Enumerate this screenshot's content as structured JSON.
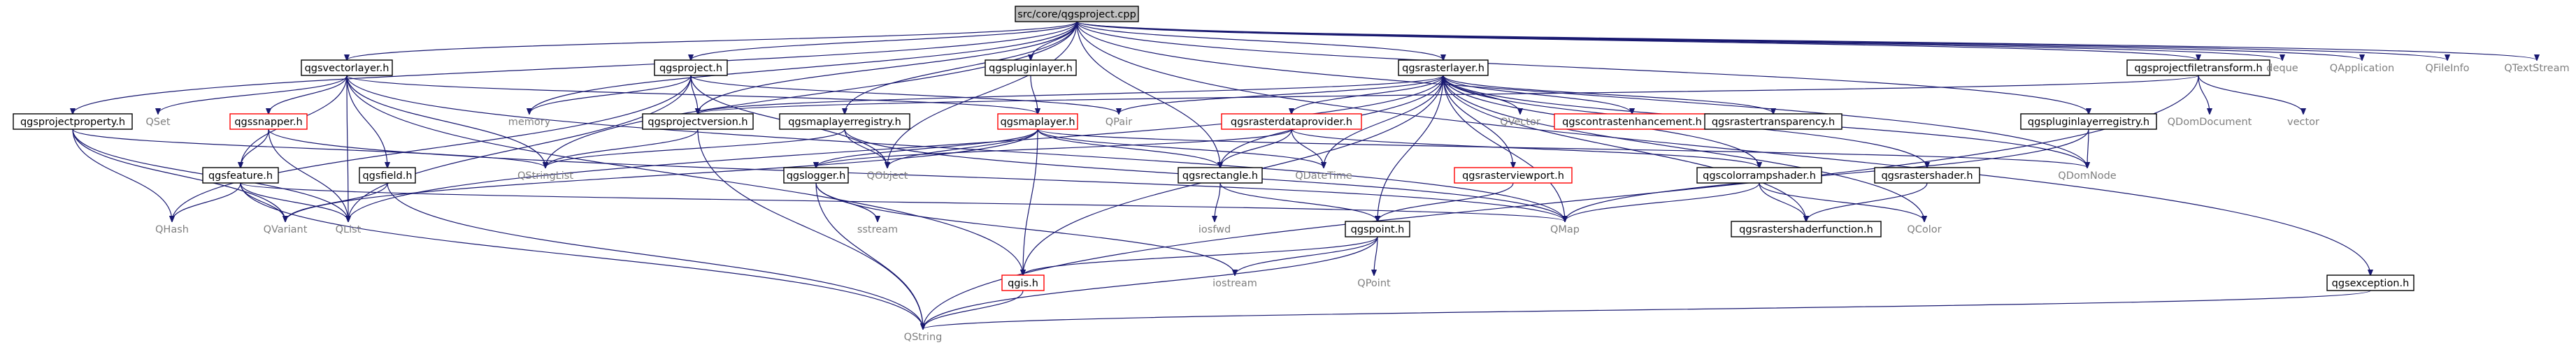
{
  "diagram": {
    "type": "include-dependency-graph",
    "root": "src/core/qgsproject.cpp",
    "nodes": [
      {
        "id": "root",
        "label": "src/core/qgsproject.cpp",
        "kind": "root"
      },
      {
        "id": "qgsvectorlayer",
        "label": "qgsvectorlayer.h",
        "kind": "documented"
      },
      {
        "id": "qgsproject",
        "label": "qgsproject.h",
        "kind": "documented"
      },
      {
        "id": "qgspluginlayer",
        "label": "qgspluginlayer.h",
        "kind": "documented"
      },
      {
        "id": "qgsrasterlayer",
        "label": "qgsrasterlayer.h",
        "kind": "documented"
      },
      {
        "id": "qgsprojectfiletransform",
        "label": "qgsprojectfiletransform.h",
        "kind": "documented"
      },
      {
        "id": "deque",
        "label": "deque",
        "kind": "external"
      },
      {
        "id": "QApplication",
        "label": "QApplication",
        "kind": "external"
      },
      {
        "id": "QFileInfo",
        "label": "QFileInfo",
        "kind": "external"
      },
      {
        "id": "QTextStream",
        "label": "QTextStream",
        "kind": "external"
      },
      {
        "id": "qgsprojectproperty",
        "label": "qgsprojectproperty.h",
        "kind": "documented"
      },
      {
        "id": "QSet",
        "label": "QSet",
        "kind": "external"
      },
      {
        "id": "qgssnapper",
        "label": "qgssnapper.h",
        "kind": "truncated"
      },
      {
        "id": "memory",
        "label": "memory",
        "kind": "external"
      },
      {
        "id": "qgsprojectversion",
        "label": "qgsprojectversion.h",
        "kind": "documented"
      },
      {
        "id": "qgsmaplayerregistry",
        "label": "qgsmaplayerregistry.h",
        "kind": "documented"
      },
      {
        "id": "qgsmaplayer",
        "label": "qgsmaplayer.h",
        "kind": "truncated"
      },
      {
        "id": "QPair",
        "label": "QPair",
        "kind": "external"
      },
      {
        "id": "qgsrasterdataprovider",
        "label": "qgsrasterdataprovider.h",
        "kind": "truncated"
      },
      {
        "id": "QVector",
        "label": "QVector",
        "kind": "external"
      },
      {
        "id": "qgscontrastenhancement",
        "label": "qgscontrastenhancement.h",
        "kind": "truncated"
      },
      {
        "id": "qgsrastertransparency",
        "label": "qgsrastertransparency.h",
        "kind": "documented"
      },
      {
        "id": "qgspluginlayerregistry",
        "label": "qgspluginlayerregistry.h",
        "kind": "documented"
      },
      {
        "id": "QDomDocument",
        "label": "QDomDocument",
        "kind": "external"
      },
      {
        "id": "vector",
        "label": "vector",
        "kind": "external"
      },
      {
        "id": "qgsfeature",
        "label": "qgsfeature.h",
        "kind": "documented"
      },
      {
        "id": "qgsfield",
        "label": "qgsfield.h",
        "kind": "documented"
      },
      {
        "id": "QStringList",
        "label": "QStringList",
        "kind": "external"
      },
      {
        "id": "qgslogger",
        "label": "qgslogger.h",
        "kind": "documented"
      },
      {
        "id": "QObject",
        "label": "QObject",
        "kind": "external"
      },
      {
        "id": "qgsrectangle",
        "label": "qgsrectangle.h",
        "kind": "documented"
      },
      {
        "id": "QDateTime",
        "label": "QDateTime",
        "kind": "external"
      },
      {
        "id": "qgsrasterviewport",
        "label": "qgsrasterviewport.h",
        "kind": "truncated"
      },
      {
        "id": "qgscolorrampshader",
        "label": "qgscolorrampshader.h",
        "kind": "documented"
      },
      {
        "id": "qgsrastershader",
        "label": "qgsrastershader.h",
        "kind": "documented"
      },
      {
        "id": "QDomNode",
        "label": "QDomNode",
        "kind": "external"
      },
      {
        "id": "QHash",
        "label": "QHash",
        "kind": "external"
      },
      {
        "id": "QVariant",
        "label": "QVariant",
        "kind": "external"
      },
      {
        "id": "QList",
        "label": "QList",
        "kind": "external"
      },
      {
        "id": "sstream",
        "label": "sstream",
        "kind": "external"
      },
      {
        "id": "iosfwd",
        "label": "iosfwd",
        "kind": "external"
      },
      {
        "id": "qgspoint",
        "label": "qgspoint.h",
        "kind": "documented"
      },
      {
        "id": "QMap",
        "label": "QMap",
        "kind": "external"
      },
      {
        "id": "qgsrastershaderfunction",
        "label": "qgsrastershaderfunction.h",
        "kind": "documented"
      },
      {
        "id": "QColor",
        "label": "QColor",
        "kind": "external"
      },
      {
        "id": "qgis",
        "label": "qgis.h",
        "kind": "truncated"
      },
      {
        "id": "iostream",
        "label": "iostream",
        "kind": "external"
      },
      {
        "id": "QPoint",
        "label": "QPoint",
        "kind": "external"
      },
      {
        "id": "qgsexception",
        "label": "qgsexception.h",
        "kind": "documented"
      },
      {
        "id": "QString",
        "label": "QString",
        "kind": "external"
      }
    ],
    "edges": [
      [
        "root",
        "qgsvectorlayer"
      ],
      [
        "root",
        "qgsproject"
      ],
      [
        "root",
        "qgspluginlayer"
      ],
      [
        "root",
        "qgsrasterlayer"
      ],
      [
        "root",
        "qgsprojectfiletransform"
      ],
      [
        "root",
        "deque"
      ],
      [
        "root",
        "QApplication"
      ],
      [
        "root",
        "QFileInfo"
      ],
      [
        "root",
        "QTextStream"
      ],
      [
        "root",
        "qgsprojectproperty"
      ],
      [
        "root",
        "memory"
      ],
      [
        "root",
        "qgsprojectversion"
      ],
      [
        "root",
        "qgsmaplayerregistry"
      ],
      [
        "root",
        "QObject"
      ],
      [
        "root",
        "qgsrectangle"
      ],
      [
        "root",
        "qgspluginlayerregistry"
      ],
      [
        "root",
        "qgsexception"
      ],
      [
        "root",
        "QDomNode"
      ],
      [
        "root",
        "QStringList"
      ],
      [
        "qgsvectorlayer",
        "QSet"
      ],
      [
        "qgsvectorlayer",
        "qgssnapper"
      ],
      [
        "qgsvectorlayer",
        "qgsmaplayer"
      ],
      [
        "qgsvectorlayer",
        "qgsfeature"
      ],
      [
        "qgsvectorlayer",
        "qgsfield"
      ],
      [
        "qgsvectorlayer",
        "QStringList"
      ],
      [
        "qgsvectorlayer",
        "QList"
      ],
      [
        "qgsvectorlayer",
        "QMap"
      ],
      [
        "qgsvectorlayer",
        "qgis"
      ],
      [
        "qgsproject",
        "memory"
      ],
      [
        "qgsproject",
        "qgsprojectversion"
      ],
      [
        "qgsproject",
        "QPair"
      ],
      [
        "qgsproject",
        "QObject"
      ],
      [
        "qgsproject",
        "QList"
      ],
      [
        "qgsproject",
        "QHash"
      ],
      [
        "qgspluginlayer",
        "qgsmaplayer"
      ],
      [
        "qgsrasterlayer",
        "QPair"
      ],
      [
        "qgsrasterlayer",
        "qgsrasterdataprovider"
      ],
      [
        "qgsrasterlayer",
        "QVector"
      ],
      [
        "qgsrasterlayer",
        "qgscontrastenhancement"
      ],
      [
        "qgsrasterlayer",
        "qgsrastertransparency"
      ],
      [
        "qgsrasterlayer",
        "qgsrasterviewport"
      ],
      [
        "qgsrasterlayer",
        "qgscolorrampshader"
      ],
      [
        "qgsrasterlayer",
        "qgsrastershader"
      ],
      [
        "qgsrasterlayer",
        "QColor"
      ],
      [
        "qgsrasterlayer",
        "qgsprojectversion"
      ],
      [
        "qgsrasterlayer",
        "QDateTime"
      ],
      [
        "qgsrasterlayer",
        "qgsrectangle"
      ],
      [
        "qgsrasterlayer",
        "qgspoint"
      ],
      [
        "qgsrasterlayer",
        "QMap"
      ],
      [
        "qgsrasterlayer",
        "qgsrastershaderfunction"
      ],
      [
        "qgsrasterlayer",
        "qgis"
      ],
      [
        "qgsrasterlayer",
        "QList"
      ],
      [
        "qgsrasterlayer",
        "QDomNode"
      ],
      [
        "qgsprojectfiletransform",
        "QDomDocument"
      ],
      [
        "qgsprojectfiletransform",
        "vector"
      ],
      [
        "qgsprojectfiletransform",
        "QString"
      ],
      [
        "qgsprojectfiletransform",
        "qgsprojectversion"
      ],
      [
        "qgsprojectproperty",
        "QHash"
      ],
      [
        "qgsprojectproperty",
        "QVariant"
      ],
      [
        "qgsprojectproperty",
        "QStringList"
      ],
      [
        "qgsprojectproperty",
        "QList"
      ],
      [
        "qgssnapper",
        "qgsfeature"
      ],
      [
        "qgssnapper",
        "QList"
      ],
      [
        "qgssnapper",
        "QMap"
      ],
      [
        "qgsprojectversion",
        "QStringList"
      ],
      [
        "qgsprojectversion",
        "QString"
      ],
      [
        "qgsmaplayerregistry",
        "QMap"
      ],
      [
        "qgsmaplayerregistry",
        "QObject"
      ],
      [
        "qgsmaplayerregistry",
        "QStringList"
      ],
      [
        "qgsmaplayer",
        "QObject"
      ],
      [
        "qgsmaplayer",
        "qgslogger"
      ],
      [
        "qgsmaplayer",
        "qgsrectangle"
      ],
      [
        "qgsmaplayer",
        "QDomNode"
      ],
      [
        "qgsmaplayer",
        "QDateTime"
      ],
      [
        "qgsmaplayer",
        "qgis"
      ],
      [
        "qgsmaplayer",
        "QVariant"
      ],
      [
        "qgsrasterdataprovider",
        "qgslogger"
      ],
      [
        "qgsrasterdataprovider",
        "qgsrectangle"
      ],
      [
        "qgsrasterdataprovider",
        "QDateTime"
      ],
      [
        "qgsrasterdataprovider",
        "qgscolorrampshader"
      ],
      [
        "qgspluginlayerregistry",
        "QDomNode"
      ],
      [
        "qgspluginlayerregistry",
        "QMap"
      ],
      [
        "qgsfeature",
        "QHash"
      ],
      [
        "qgsfeature",
        "QVariant"
      ],
      [
        "qgsfeature",
        "QList"
      ],
      [
        "qgsfeature",
        "QString"
      ],
      [
        "qgsfeature",
        "QMap"
      ],
      [
        "qgsfield",
        "QVariant"
      ],
      [
        "qgsfield",
        "QString"
      ],
      [
        "qgslogger",
        "sstream"
      ],
      [
        "qgslogger",
        "QString"
      ],
      [
        "qgslogger",
        "iostream"
      ],
      [
        "qgsrectangle",
        "iosfwd"
      ],
      [
        "qgsrectangle",
        "qgspoint"
      ],
      [
        "qgsrasterviewport",
        "qgspoint"
      ],
      [
        "qgscolorrampshader",
        "QMap"
      ],
      [
        "qgscolorrampshader",
        "qgsrastershaderfunction"
      ],
      [
        "qgscolorrampshader",
        "QColor"
      ],
      [
        "qgsrastershader",
        "qgsrastershaderfunction"
      ],
      [
        "qgspoint",
        "qgis"
      ],
      [
        "qgspoint",
        "iostream"
      ],
      [
        "qgspoint",
        "QString"
      ],
      [
        "qgspoint",
        "QPoint"
      ],
      [
        "qgis",
        "QString"
      ],
      [
        "qgsexception",
        "QString"
      ]
    ]
  },
  "colors": {
    "edge": "#191970",
    "root_fill": "#bfbfbf",
    "truncated_border": "#ff0000",
    "external_text": "#7f7f7f"
  }
}
